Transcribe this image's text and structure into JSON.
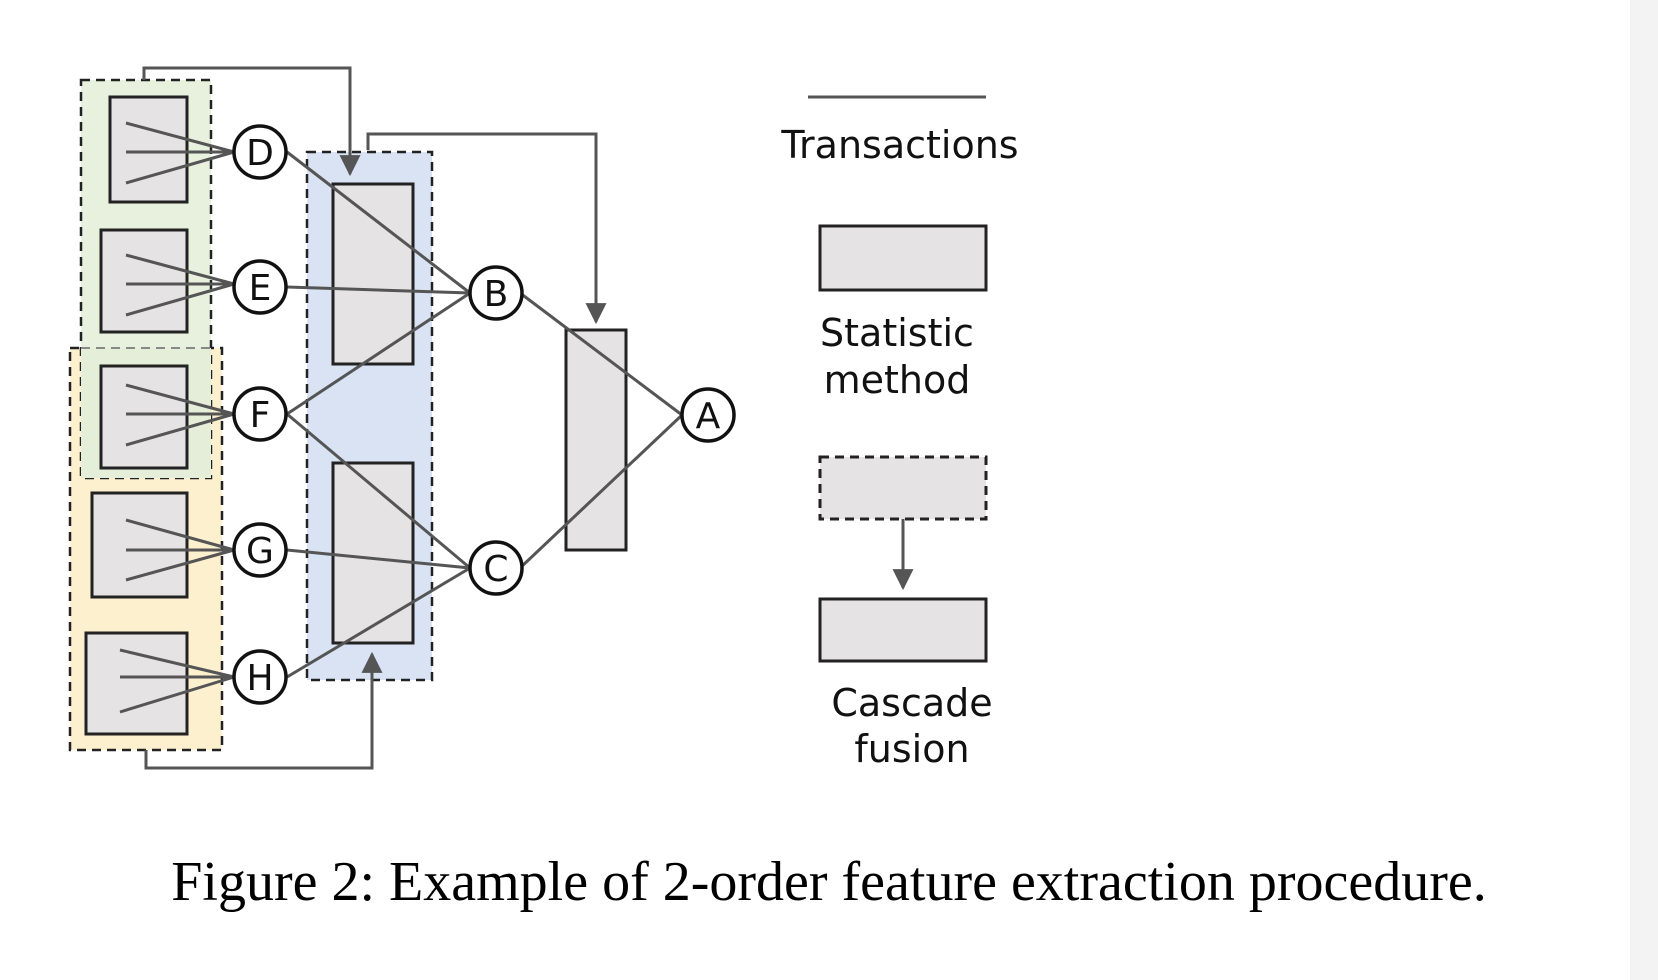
{
  "diagram": {
    "nodes": {
      "D": "D",
      "E": "E",
      "F": "F",
      "G": "G",
      "H": "H",
      "B": "B",
      "C": "C",
      "A": "A"
    },
    "legend": {
      "transactions": "Transactions",
      "statistic_line1": "Statistic",
      "statistic_line2": "method",
      "cascade_line1": "Cascade",
      "cascade_line2": "fusion"
    },
    "colors": {
      "green_group": "#e8f0de",
      "yellow_group": "#fdf0cf",
      "blue_group": "#d9e3f4",
      "box_fill": "#e5e3e4",
      "stroke": "#555555"
    }
  },
  "caption": "Figure 2: Example of 2-order feature extraction procedure."
}
